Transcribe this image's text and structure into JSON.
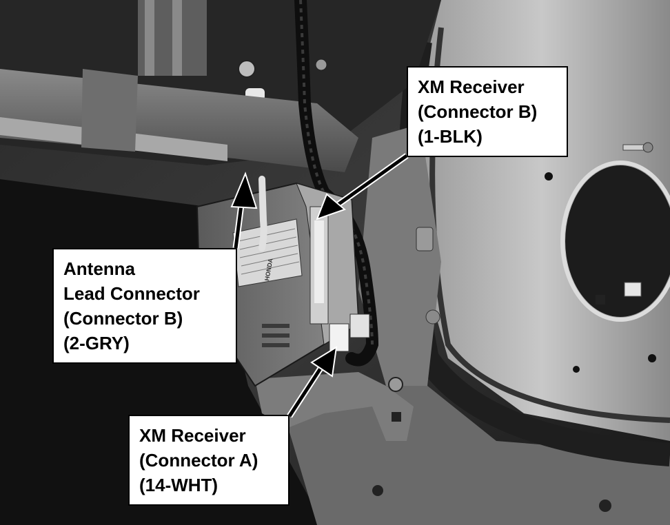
{
  "callouts": {
    "xm_receiver_b": {
      "lines": [
        "XM Receiver",
        "(Connector B)",
        "(1-BLK)"
      ]
    },
    "antenna_lead": {
      "lines": [
        "Antenna",
        "Lead Connector",
        "(Connector B)",
        "(2-GRY)"
      ]
    },
    "xm_receiver_a": {
      "lines": [
        "XM Receiver",
        "(Connector A)",
        "(14-WHT)"
      ]
    }
  },
  "receiver_label": {
    "brand": "HONDA"
  },
  "colors": {
    "callout_background": "#ffffff",
    "callout_text": "#000000",
    "arrow": "#000000"
  }
}
